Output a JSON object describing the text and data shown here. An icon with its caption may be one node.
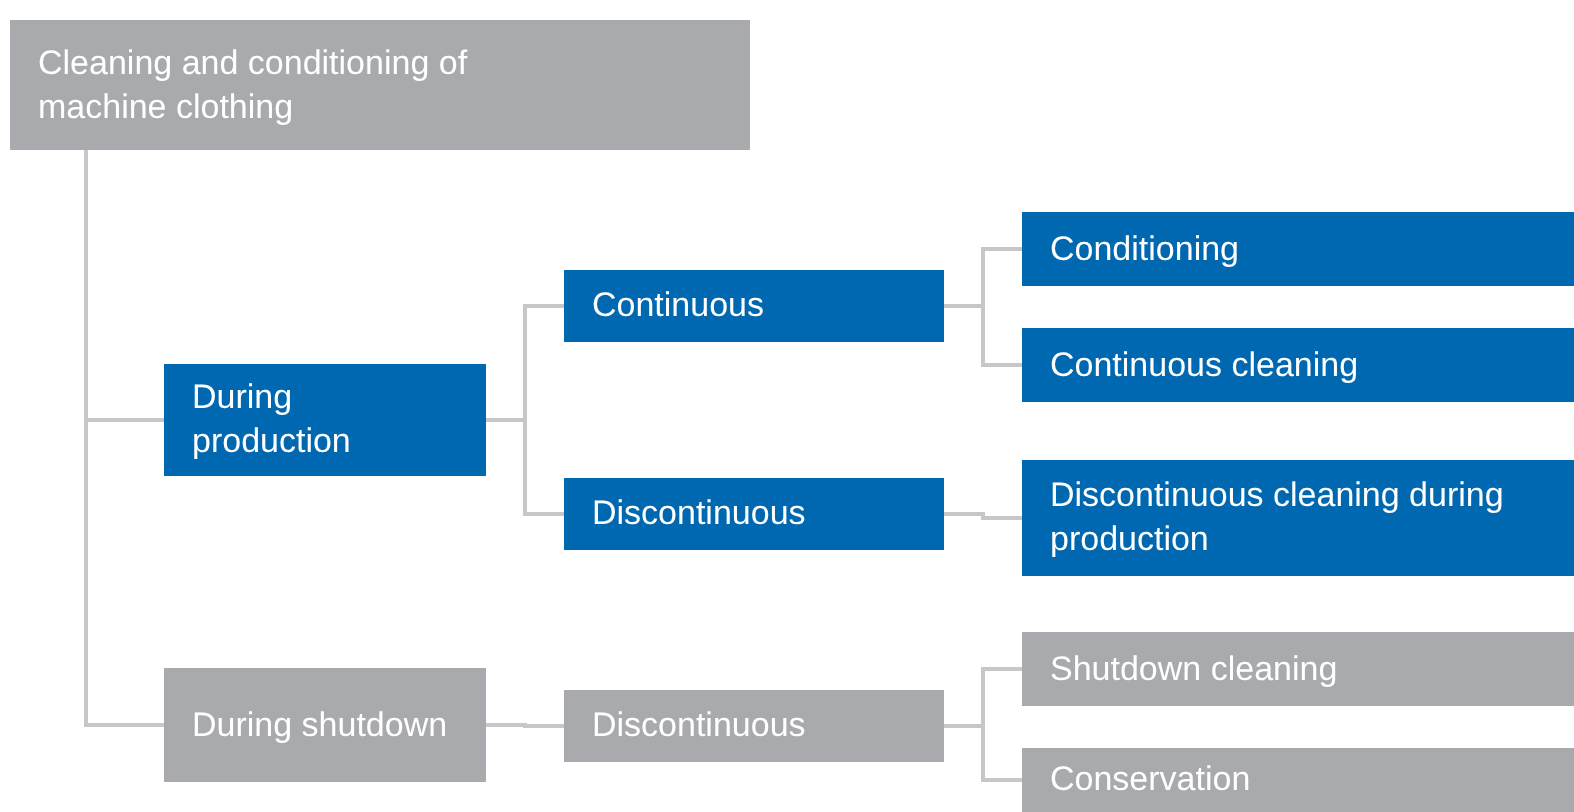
{
  "diagram": {
    "nodes": [
      {
        "text": [
          "Cleaning and conditioning of machine clothing"
        ]
      },
      {
        "text": [
          "During production"
        ]
      },
      {
        "text": [
          "Continuous"
        ]
      },
      {
        "text": [
          "Discontinuous"
        ]
      },
      {
        "text": [
          "Conditioning"
        ]
      },
      {
        "text": [
          "Continuous cleaning"
        ]
      },
      {
        "text": [
          "Discontinuous cleaning during production"
        ]
      },
      {
        "text": [
          "During shutdown"
        ]
      },
      {
        "text": [
          "Discontinuous"
        ]
      },
      {
        "text": [
          "Shutdown cleaning"
        ]
      },
      {
        "text": [
          "Conservation"
        ]
      }
    ],
    "edges": [
      {
        "from": 0,
        "to": 1,
        "arrow": "none"
      },
      {
        "from": 0,
        "to": 7,
        "arrow": "none"
      },
      {
        "from": 1,
        "to": 2,
        "arrow": "none"
      },
      {
        "from": 1,
        "to": 3,
        "arrow": "none"
      },
      {
        "from": 2,
        "to": 4,
        "arrow": "none"
      },
      {
        "from": 2,
        "to": 5,
        "arrow": "none"
      },
      {
        "from": 3,
        "to": 6,
        "arrow": "none"
      },
      {
        "from": 7,
        "to": 8,
        "arrow": "none"
      },
      {
        "from": 8,
        "to": 9,
        "arrow": "none"
      },
      {
        "from": 8,
        "to": 10,
        "arrow": "none"
      }
    ]
  }
}
